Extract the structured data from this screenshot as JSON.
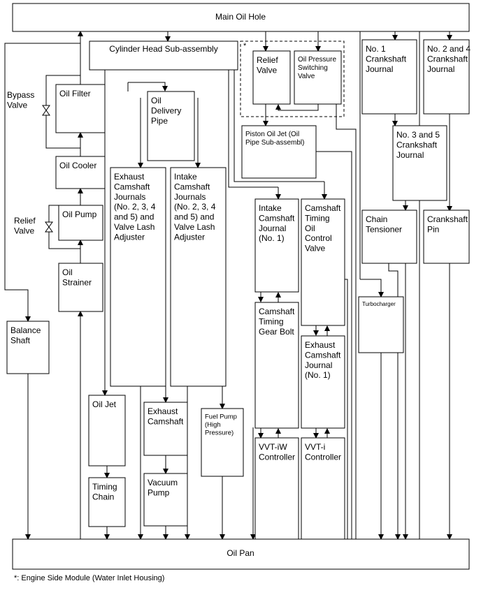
{
  "boxes": {
    "main_oil_hole": "Main Oil Hole",
    "cylinder_head": "Cylinder Head Sub-assembly",
    "relief_valve_esm": [
      "Relief",
      "Valve"
    ],
    "oil_pressure_switching_valve": [
      "Oil Pressure",
      "Switching",
      "Valve"
    ],
    "no1_crankshaft_journal": [
      "No. 1",
      "Crankshaft",
      "Journal"
    ],
    "no24_crankshaft_journal": [
      "No. 2 and 4",
      "Crankshaft",
      "Journal"
    ],
    "oil_filter": [
      "Oil Filter"
    ],
    "oil_delivery_pipe": [
      "Oil",
      "Delivery",
      "Pipe"
    ],
    "piston_oil_jet": [
      "Piston Oil Jet (Oil",
      "Pipe Sub-assembl)"
    ],
    "no35_crankshaft_journal": [
      "No. 3 and 5",
      "Crankshaft",
      "Journal"
    ],
    "oil_cooler": [
      "Oil Cooler"
    ],
    "exhaust_camshaft_journals": [
      "Exhaust",
      "Camshaft",
      "Journals",
      "(No. 2, 3, 4",
      "and 5) and",
      "Valve Lash",
      "Adjuster"
    ],
    "intake_camshaft_journals": [
      "Intake",
      "Camshaft",
      "Journals",
      "(No. 2, 3, 4",
      "and 5) and",
      "Valve Lash",
      "Adjuster"
    ],
    "intake_camshaft_journal_no1": [
      "Intake",
      "Camshaft",
      "Journal",
      "(No. 1)"
    ],
    "camshaft_timing_ocv": [
      "Camshaft",
      "Timing",
      "Oil",
      "Control",
      "Valve"
    ],
    "oil_pump": [
      "Oil Pump"
    ],
    "chain_tensioner": [
      "Chain",
      "Tensioner"
    ],
    "crankshaft_pin": [
      "Crankshaft",
      "Pin"
    ],
    "oil_strainer": [
      "Oil",
      "Strainer"
    ],
    "turbocharger": [
      "Turbocharger"
    ],
    "camshaft_timing_gear_bolt": [
      "Camshaft",
      "Timing",
      "Gear Bolt"
    ],
    "exhaust_camshaft_journal_no1": [
      "Exhaust",
      "Camshaft",
      "Journal",
      "(No. 1)"
    ],
    "balance_shaft": [
      "Balance",
      "Shaft"
    ],
    "oil_jet": [
      "Oil Jet"
    ],
    "exhaust_camshaft": [
      "Exhaust",
      "Camshaft"
    ],
    "fuel_pump": [
      "Fuel Pump",
      "(High",
      "Pressure)"
    ],
    "vvt_iw_controller": [
      "VVT-iW",
      "Controller"
    ],
    "vvt_i_controller": [
      "VVT-i",
      "Controller"
    ],
    "timing_chain": [
      "Timing",
      "Chain"
    ],
    "vacuum_pump": [
      "Vacuum",
      "Pump"
    ],
    "oil_pan": "Oil Pan"
  },
  "labels": {
    "bypass_valve": [
      "Bypass",
      "Valve"
    ],
    "relief_valve_pump": [
      "Relief",
      "Valve"
    ],
    "asterisk": "*",
    "footnote": "*: Engine Side Module (Water Inlet Housing)"
  }
}
